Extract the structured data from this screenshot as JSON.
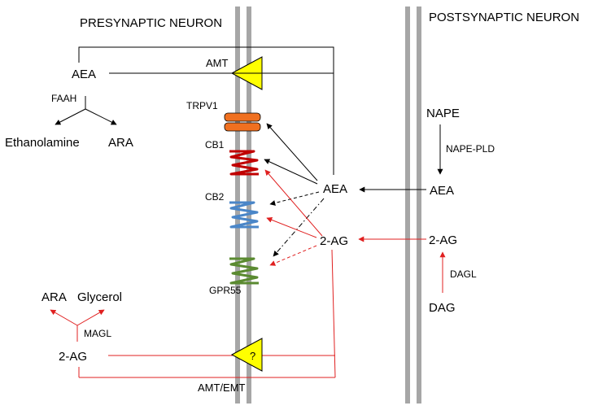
{
  "headers": {
    "presynaptic": "PRESYNAPTIC NEURON",
    "postsynaptic": "POSTSYNAPTIC NEURON"
  },
  "pre": {
    "aea": "AEA",
    "faah": "FAAH",
    "ethanolamine": "Ethanolamine",
    "ara_top": "ARA",
    "ara_bottom": "ARA",
    "glycerol": "Glycerol",
    "magl": "MAGL",
    "two_ag": "2-AG"
  },
  "transporters": {
    "amt": "AMT",
    "amt_emt": "AMT/EMT",
    "unknown": "?"
  },
  "receptors": {
    "trpv1": "TRPV1",
    "cb1": "CB1",
    "cb2": "CB2",
    "gpr55": "GPR55"
  },
  "cleft": {
    "aea": "AEA",
    "two_ag": "2-AG"
  },
  "post": {
    "nape": "NAPE",
    "nape_pld": "NAPE-PLD",
    "aea": "AEA",
    "two_ag": "2-AG",
    "dagl": "DAGL",
    "dag": "DAG"
  },
  "colors": {
    "membrane": "#a6a6a6",
    "black_path": "#000000",
    "red_path": "#e02020",
    "trpv1": "#f07020",
    "cb1": "#c00000",
    "cb2": "#4a86c8",
    "gpr55": "#5a8a30",
    "transporter": "#ffff00"
  }
}
